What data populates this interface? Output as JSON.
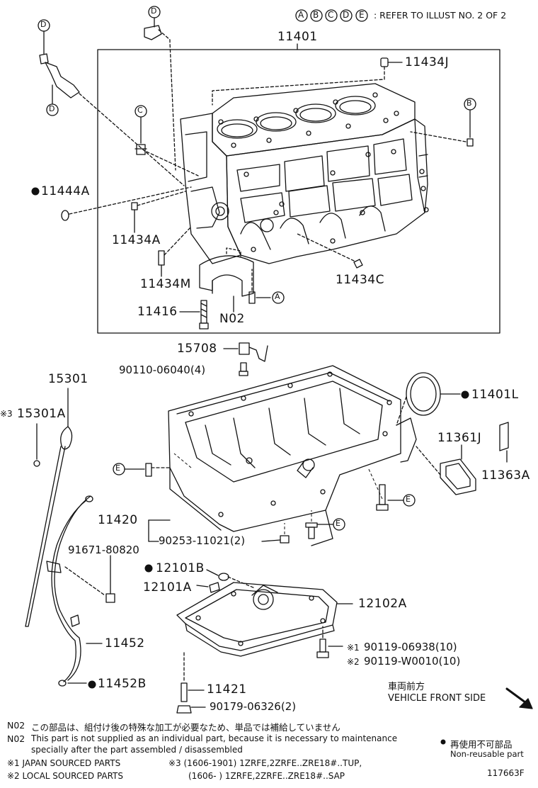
{
  "header": {
    "ref_letters": [
      "A",
      "B",
      "C",
      "D",
      "E"
    ],
    "ref_text": ": REFER TO ILLUST NO. 2 OF 2"
  },
  "callout_letters": {
    "d1": "D",
    "d2": "D",
    "d3": "D",
    "c1": "C",
    "b1": "B",
    "a1": "A",
    "e1": "E",
    "e2": "E",
    "e3": "E"
  },
  "parts": {
    "p11401": "11401",
    "p11434J": "11434J",
    "p11444A": "11444A",
    "p11434A": "11434A",
    "p11434M": "11434M",
    "p11434C": "11434C",
    "p11416": "11416",
    "pN02": "N02",
    "p15708": "15708",
    "p90110": "90110-06040(4)",
    "p15301": "15301",
    "p15301A_mark": "※3",
    "p15301A": "15301A",
    "p11401L": "11401L",
    "p11361J": "11361J",
    "p11363A": "11363A",
    "p11420": "11420",
    "p90253": "90253-11021(2)",
    "p91671": "91671-80820",
    "p12101B": "12101B",
    "p12101A": "12101A",
    "p12102A": "12102A",
    "p11452": "11452",
    "p11452B": "11452B",
    "p90119a_mark": "※1",
    "p90119a": "90119-06938(10)",
    "p90119b_mark": "※2",
    "p90119b": "90119-W0010(10)",
    "p11421": "11421",
    "p90179": "90179-06326(2)"
  },
  "front_side": {
    "jp": "車両前方",
    "en": "VEHICLE FRONT SIDE"
  },
  "notes": {
    "n1_code": "N02",
    "n1_text": "この部品は、組付け後の特殊な加工が必要なため、単品では補給していません",
    "n2_code": "N02",
    "n2_line1": "This part is not supplied as an individual part, because it is necessary to maintenance",
    "n2_line2": "specially after the part assembled / disassembled",
    "legend_jp": "再使用不可部品",
    "legend_en": "Non-reusable part",
    "s1": "※1 JAPAN SOURCED PARTS",
    "s3": "※3 (1606-1901) 1ZRFE,2ZRFE..ZRE18#..TUP,",
    "s2": "※2 LOCAL SOURCED PARTS",
    "s4": "(1606-        ) 1ZRFE,2ZRFE..ZRE18#..SAP",
    "fig_no": "117663F"
  }
}
